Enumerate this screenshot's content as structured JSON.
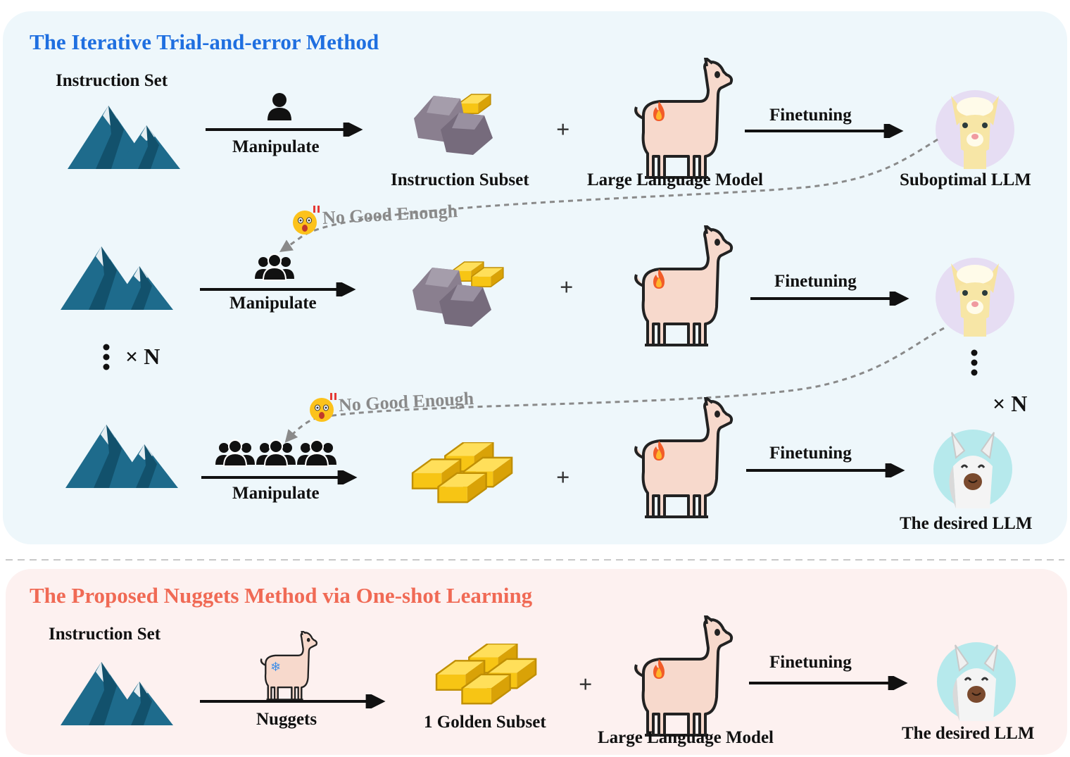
{
  "top": {
    "title": "The Iterative Trial-and-error Method",
    "title_color": "#1f6fe0",
    "instruction_set": "Instruction Set",
    "manipulate": "Manipulate",
    "instruction_subset": "Instruction Subset",
    "llm": "Large Language Model",
    "finetuning": "Finetuning",
    "suboptimal": "Suboptimal LLM",
    "no_good": "No Good Enough",
    "times_n": "× N",
    "desired": "The desired LLM",
    "plus": "+"
  },
  "bottom": {
    "title": "The Proposed Nuggets Method via One-shot Learning",
    "title_color": "#f06a55",
    "instruction_set": "Instruction Set",
    "nuggets": "Nuggets",
    "golden_subset": "1 Golden Subset",
    "llm": "Large Language Model",
    "finetuning": "Finetuning",
    "desired": "The desired LLM",
    "plus": "+"
  },
  "colors": {
    "top_bg": "#eef7fb",
    "bottom_bg": "#fdf1f0",
    "mountain": "#1e6b8c",
    "snow": "#e6eef2",
    "rock": "#807585",
    "gold": "#f7c514",
    "llama": "#f7d9cc"
  }
}
